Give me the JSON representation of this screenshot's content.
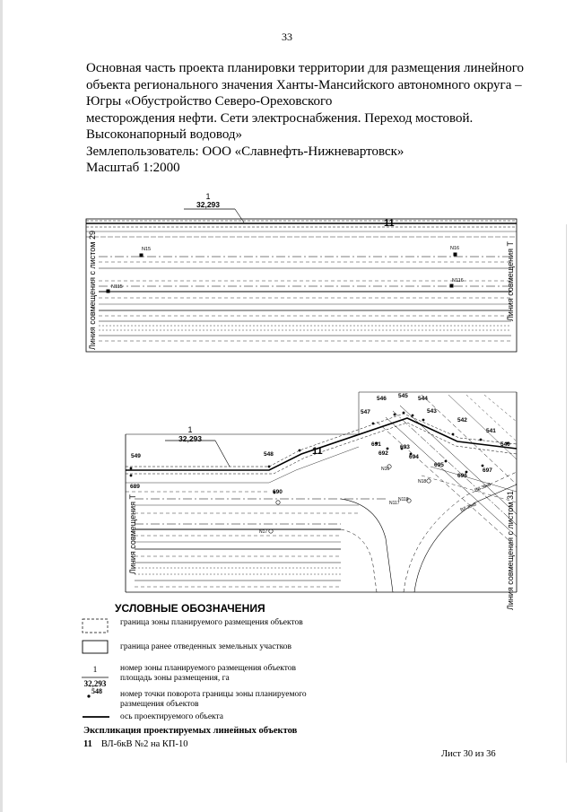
{
  "page_number": "33",
  "title_lines": [
    "Основная часть проекта планировки территории  для размещения линейного",
    "объекта регионального значения Ханты-Мансийского автономного округа –",
    "Югры «Обустройство Северо-Ореховского",
    "месторождения нефти. Сети электроснабжения. Переход мостовой.",
    "Высоконапорный водовод»",
    "Землепользователь: ООО «Славнефть-Нижневартовск»",
    "Масштаб 1:2000"
  ],
  "map_top": {
    "zone_number": "1",
    "zone_area": "32,293",
    "object_label": "11",
    "side_left": "Линия совмещения с листом 29",
    "side_right": "Линия совмещения Т",
    "labels": [
      "N15",
      "N16",
      "N115",
      "N116"
    ]
  },
  "map_bottom": {
    "zone_number": "1",
    "zone_area": "32,293",
    "object_label": "11",
    "side_left": "Линия совмещения Т",
    "side_right": "Линия совмещения с листом 31",
    "points": [
      "549",
      "548",
      "547",
      "546",
      "545",
      "544",
      "543",
      "542",
      "541",
      "540",
      "689",
      "690",
      "691",
      "692",
      "693",
      "694",
      "695",
      "696",
      "697"
    ],
    "labels": [
      "N16",
      "N17",
      "N18",
      "N117",
      "N118"
    ],
    "diagonal_labels": [
      "ВЛ 35кВ",
      "ВЛ 35кВ"
    ]
  },
  "legend": {
    "title": "УСЛОВНЫЕ ОБОЗНАЧЕНИЯ",
    "items": [
      {
        "symbol": "dashed-box",
        "text": "граница зоны планируемого размещения объектов"
      },
      {
        "symbol": "solid-box",
        "text": "граница ранее отведенных земельных участков"
      },
      {
        "symbol": "zone-number",
        "num": "1",
        "area": "32,293",
        "text": "номер зоны планируемого размещения объектов площадь зоны размещения, га"
      },
      {
        "symbol": "point",
        "num": "548",
        "text": "номер точки поворота границы зоны планируемого размещения объектов"
      },
      {
        "symbol": "axis-line",
        "text": "ось проектируемого объекта"
      }
    ]
  },
  "explication": {
    "title": "Экспликация проектируемых линейных объектов",
    "items": [
      {
        "num": "11",
        "text": "ВЛ-6кВ №2 на КП-10"
      }
    ]
  },
  "sheet_label": "Лист 30 из 36"
}
